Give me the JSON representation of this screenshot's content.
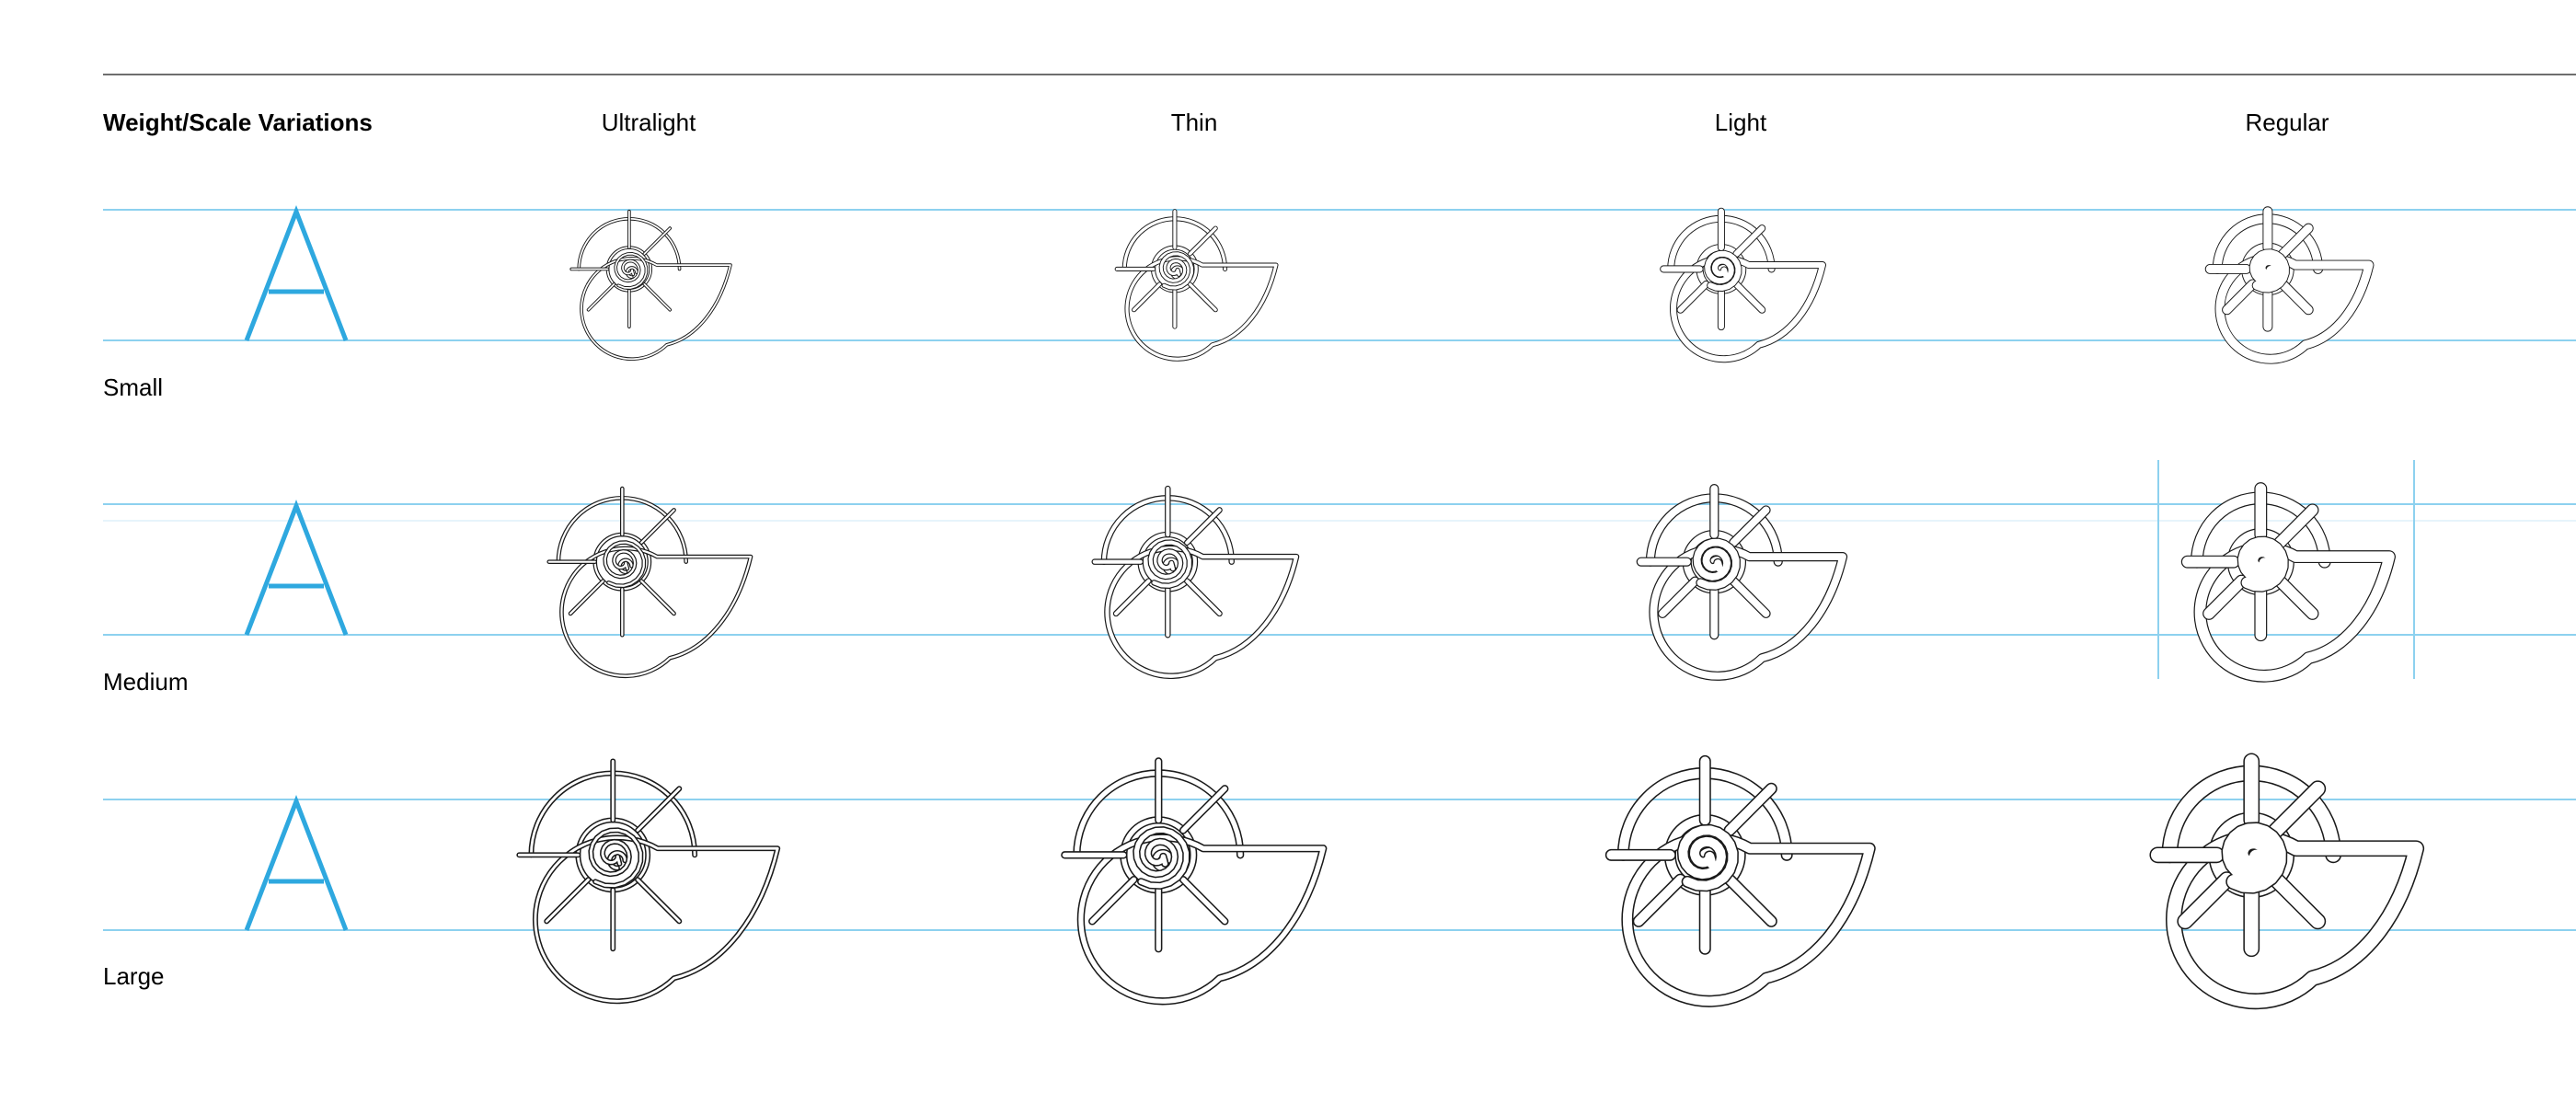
{
  "header": {
    "title": "Weight/Scale Variations"
  },
  "columns": [
    {
      "label": "Ultralight"
    },
    {
      "label": "Thin"
    },
    {
      "label": "Light"
    },
    {
      "label": "Regular"
    }
  ],
  "rows": [
    {
      "label": "Small"
    },
    {
      "label": "Medium"
    },
    {
      "label": "Large"
    }
  ],
  "reference_glyph": {
    "char": "A",
    "color": "#2ea8df"
  },
  "colors": {
    "guide_line": "#8dd1ef",
    "rule": "#6e6e6e",
    "symbol_stroke": "#1a1a1a"
  },
  "symbol": {
    "icon": "nautilus-shell-icon"
  }
}
